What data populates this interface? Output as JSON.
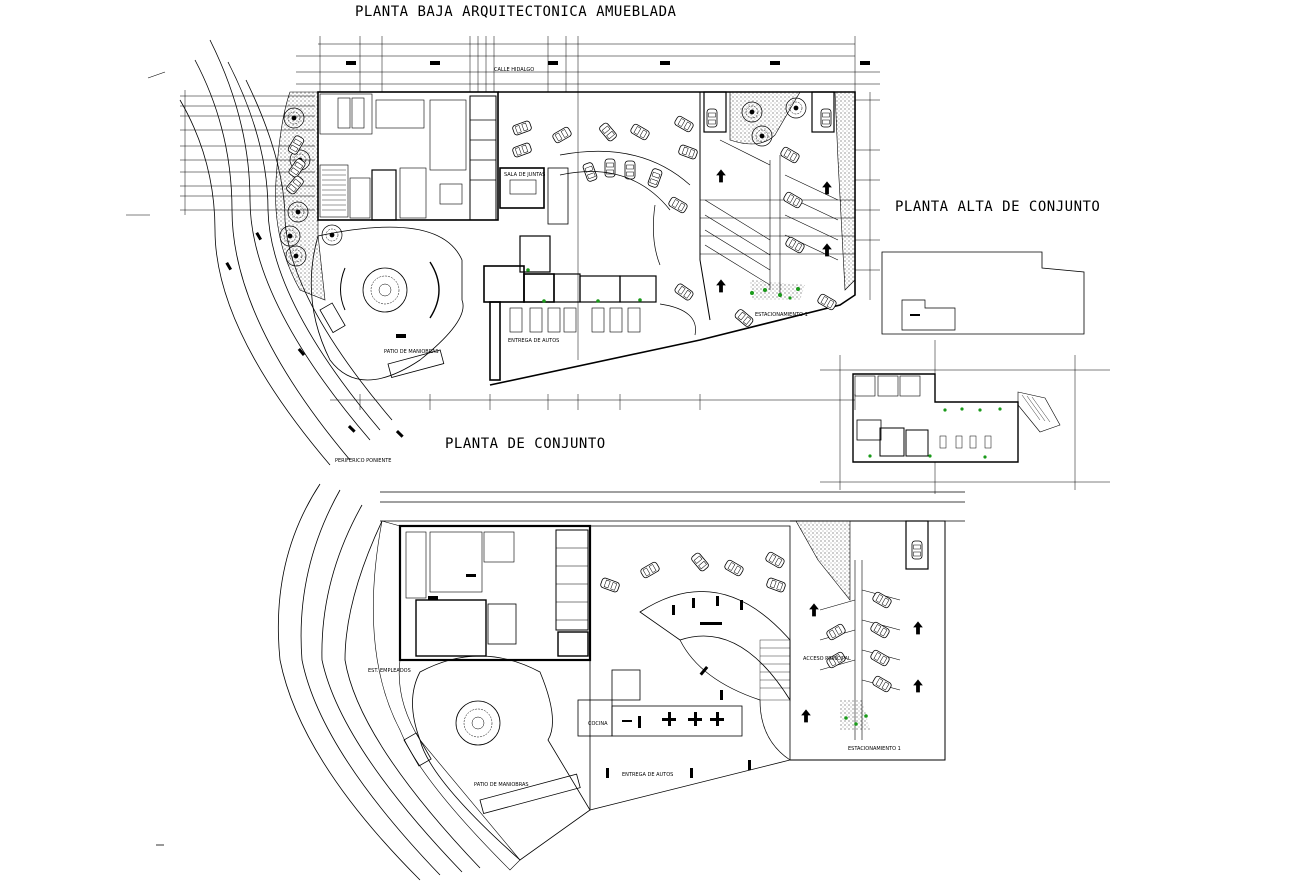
{
  "titles": {
    "ground_floor": "PLANTA BAJA ARQUITECTONICA AMUEBLADA",
    "upper_floor": "PLANTA ALTA DE CONJUNTO",
    "site_plan": "PLANTA DE CONJUNTO"
  },
  "labels": {
    "street_top": "CALLE HIDALGO",
    "patio_top": "PATIO DE MANIOBRAS",
    "delivery_top": "ENTREGA DE AUTOS",
    "parking_top": "ESTACIONAMIENTO 1",
    "periferico": "PERIFERICO PONIENTE",
    "board_room": "SALA DE JUNTAS",
    "patio_bottom": "PATIO DE MANIOBRAS",
    "employees": "EST. EMPLEADOS",
    "delivery_bottom": "ENTREGA DE AUTOS",
    "parking_bottom": "ESTACIONAMIENTO 1",
    "main_access": "ACCESO PRINCIPAL",
    "kitchen": "COCINA"
  },
  "colors": {
    "line": "#000000",
    "vegetation": "#1a9a1a",
    "hatch": "#555555"
  }
}
